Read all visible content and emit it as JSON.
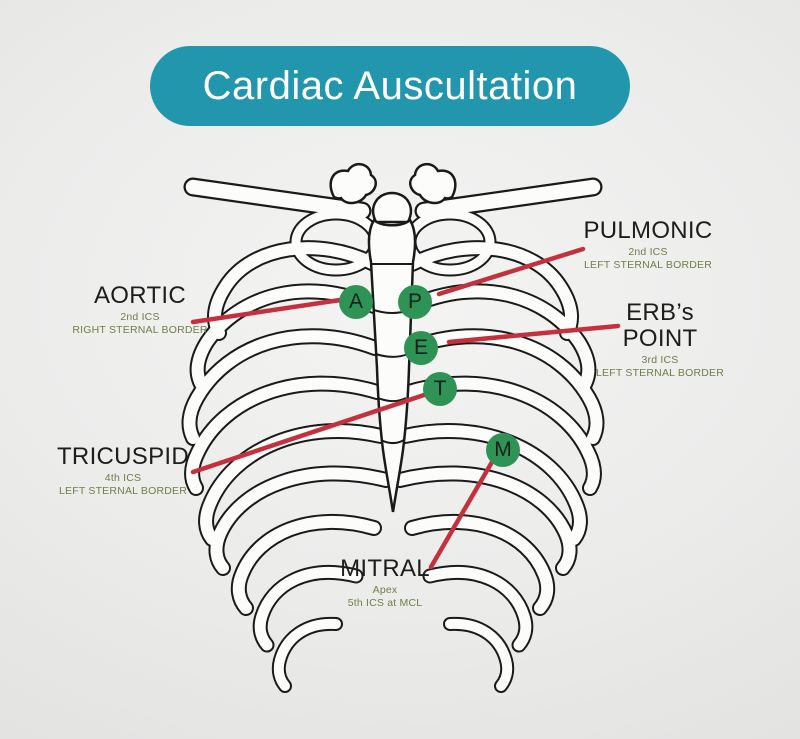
{
  "title": "Cardiac Auscultation",
  "colors": {
    "banner_teal": "#2296ac",
    "pointer_red": "#c4303e",
    "point_green": "#2e9355",
    "sublabel_green": "#6f7f48",
    "heading_dark": "#1d1d1b",
    "bone_outline": "#1a1a1a",
    "bone_fill": "#fcfcfb"
  },
  "points": [
    {
      "letter": "A",
      "site": "aortic"
    },
    {
      "letter": "P",
      "site": "pulmonic"
    },
    {
      "letter": "E",
      "site": "erbs-point"
    },
    {
      "letter": "T",
      "site": "tricuspid"
    },
    {
      "letter": "M",
      "site": "mitral"
    }
  ],
  "annotations": {
    "aortic": {
      "heading": "AORTIC",
      "sub1": "2nd ICS",
      "sub2": "RIGHT STERNAL BORDER"
    },
    "pulmonic": {
      "heading": "PULMONIC",
      "sub1": "2nd ICS",
      "sub2": "LEFT STERNAL BORDER"
    },
    "erbs": {
      "heading1": "ERB’s",
      "heading2": "POINT",
      "sub1": "3rd ICS",
      "sub2": "LEFT STERNAL BORDER"
    },
    "tricuspid": {
      "heading": "TRICUSPID",
      "sub1": "4th ICS",
      "sub2": "LEFT STERNAL BORDER"
    },
    "mitral": {
      "heading": "MITRAL",
      "sub1": "Apex",
      "sub2": "5th ICS at MCL"
    }
  }
}
